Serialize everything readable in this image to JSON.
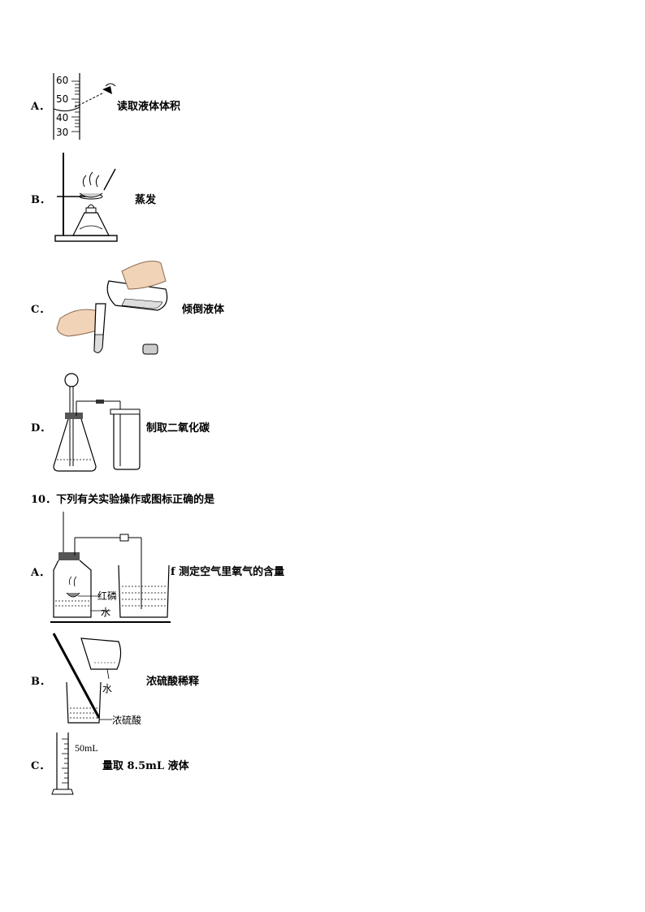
{
  "q9": {
    "options": [
      {
        "letter": "A．",
        "caption": "读取液体体积",
        "ticks": [
          "60",
          "50",
          "40",
          "30"
        ]
      },
      {
        "letter": "B．",
        "caption": "蒸发"
      },
      {
        "letter": "C．",
        "caption": "倾倒液体"
      },
      {
        "letter": "D．",
        "caption": "制取二氧化碳"
      }
    ]
  },
  "q10": {
    "title": "10．下列有关实验操作或图标正确的是",
    "options": [
      {
        "letter": "A．",
        "caption": "f 测定空气里氧气的含量",
        "labels": {
          "phosphorus": "红磷",
          "water": "水"
        }
      },
      {
        "letter": "B．",
        "caption": "浓硫酸稀释",
        "labels": {
          "water": "水",
          "acid": "浓硫酸"
        }
      },
      {
        "letter": "C．",
        "caption": "量取 8.5mL 液体",
        "labels": {
          "volume": "50mL"
        }
      }
    ]
  }
}
